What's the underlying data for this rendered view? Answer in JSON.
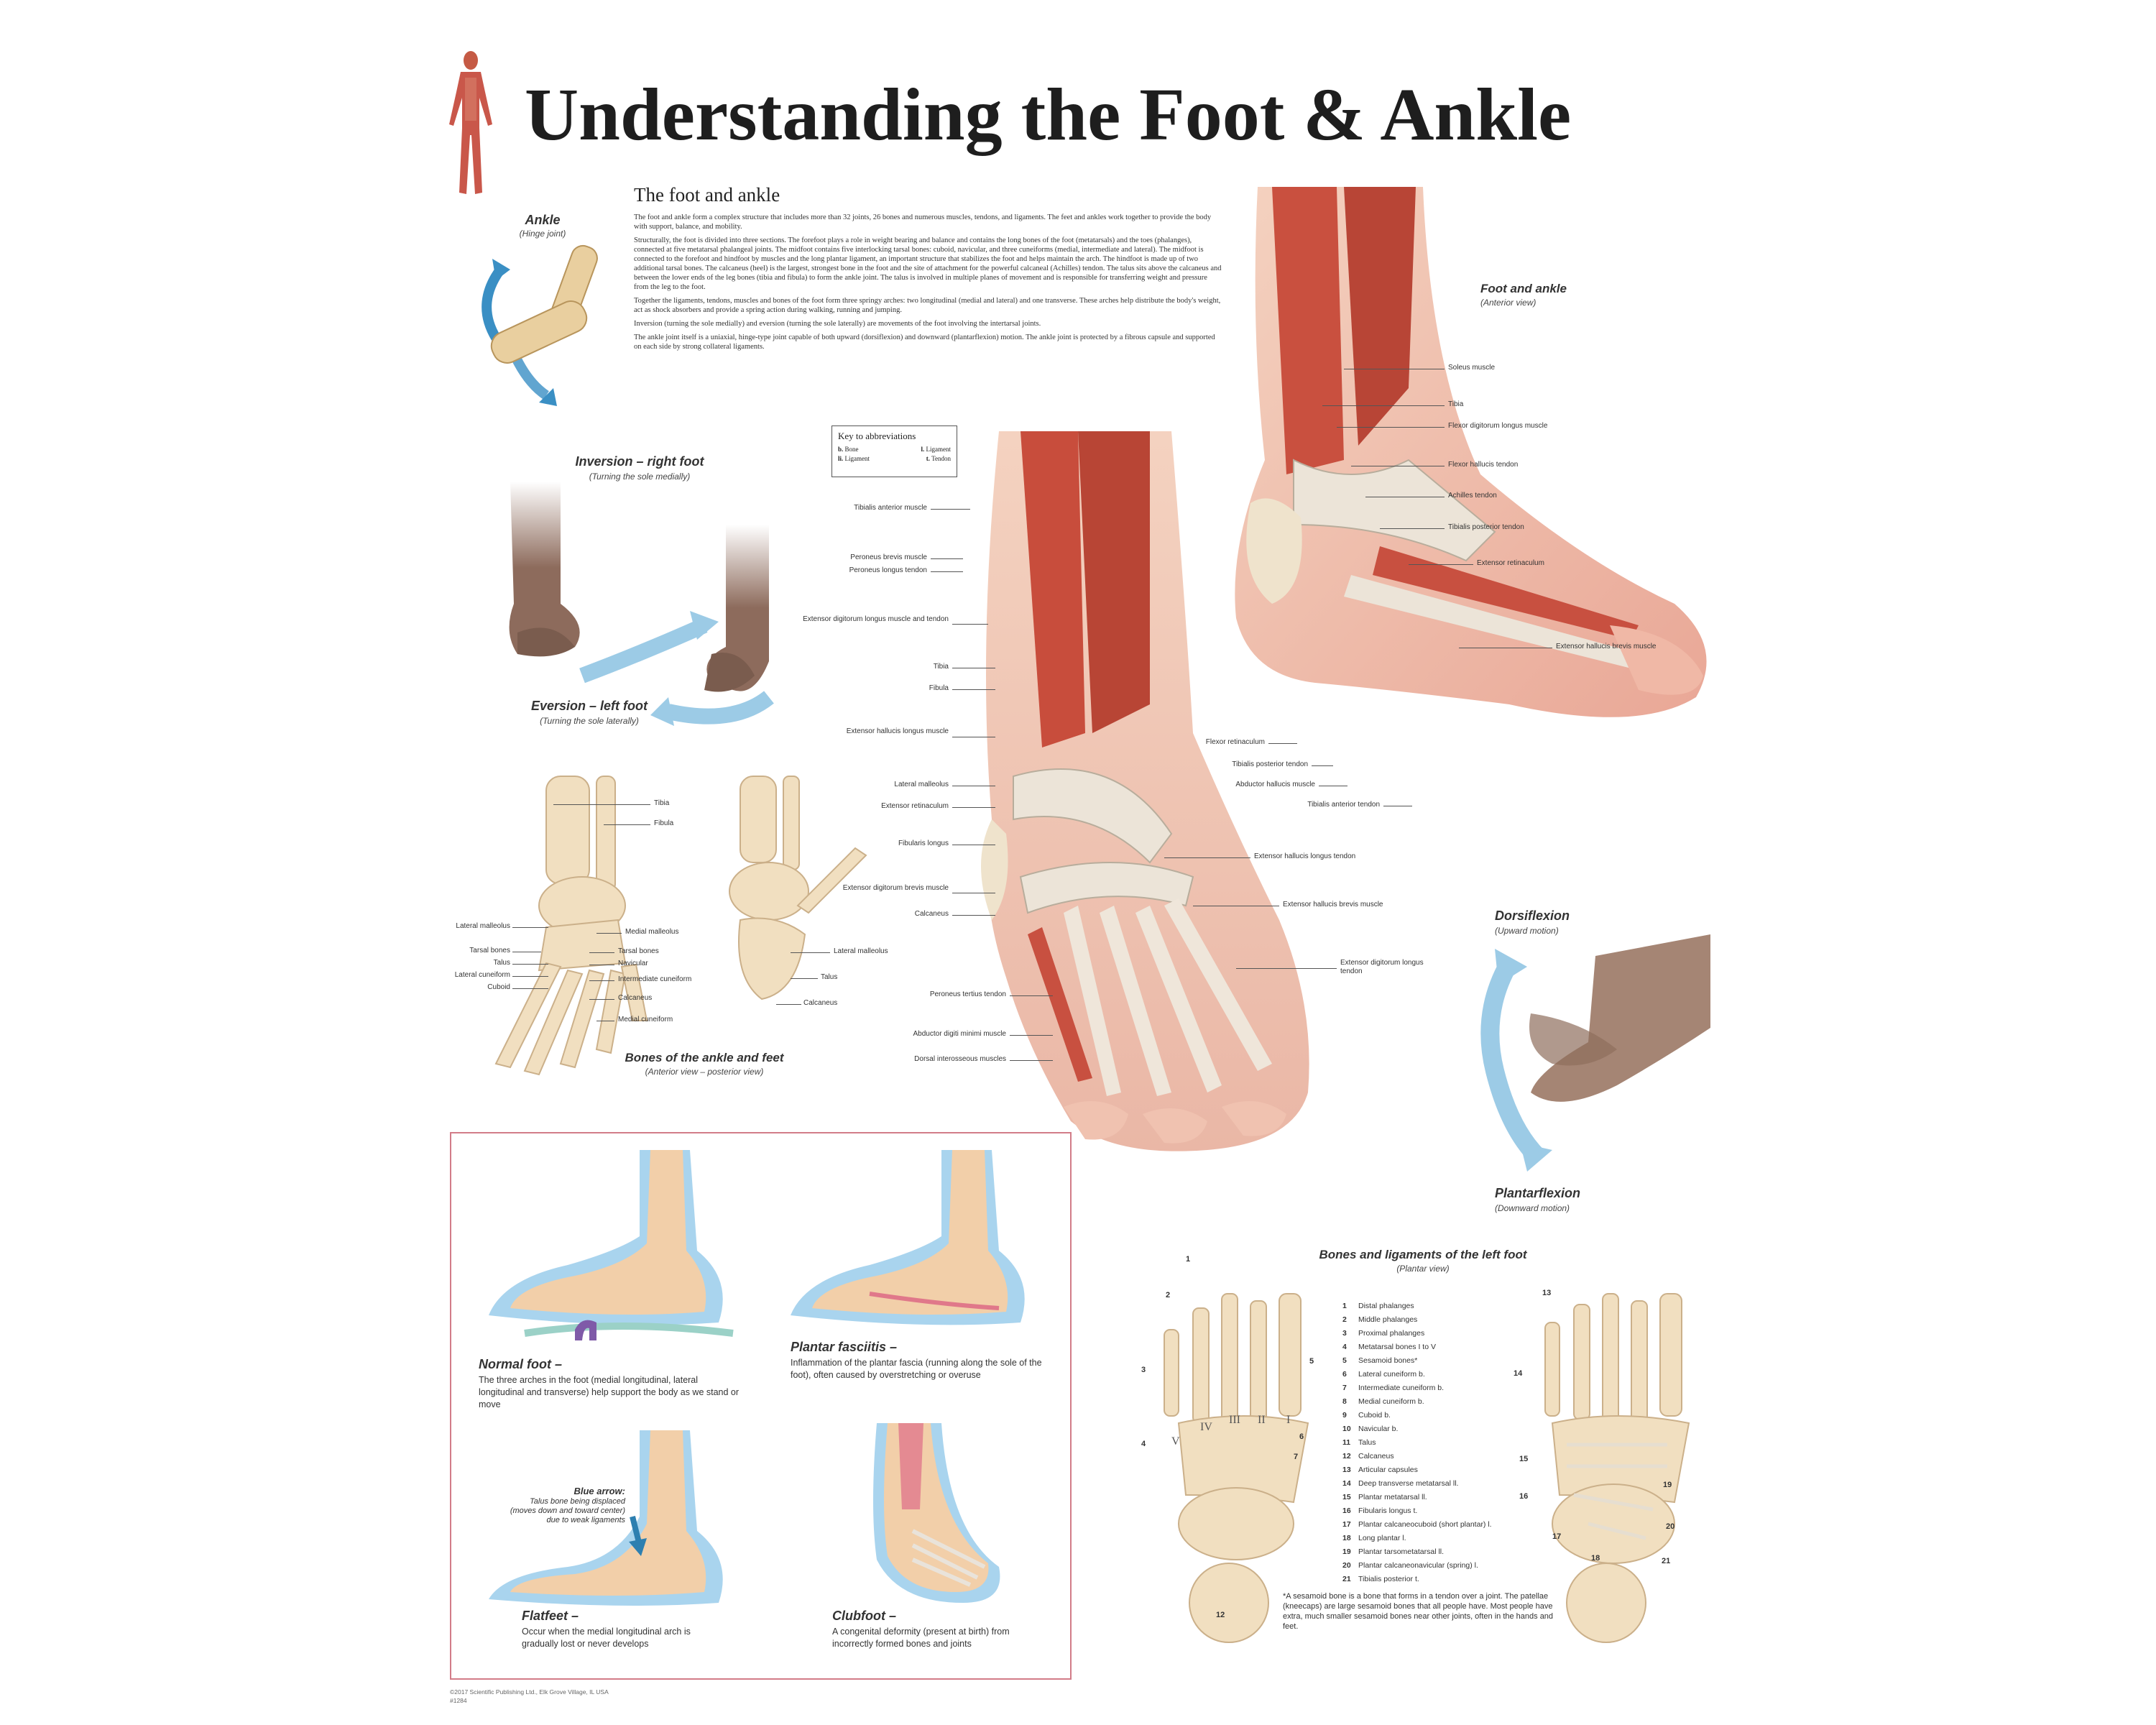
{
  "title": "Understanding the Foot & Ankle",
  "intro": {
    "heading": "The foot and ankle",
    "paragraphs": [
      "The foot and ankle form a complex structure that includes more than 32 joints, 26 bones and numerous muscles, tendons, and ligaments. The feet and ankles work together to provide the body with support, balance, and mobility.",
      "Structurally, the foot is divided into three sections. The forefoot plays a role in weight bearing and balance and contains the long bones of the foot (metatarsals) and the toes (phalanges), connected at five metatarsal phalangeal joints. The midfoot contains five interlocking tarsal bones: cuboid, navicular, and three cuneiforms (medial, intermediate and lateral). The midfoot is connected to the forefoot and hindfoot by muscles and the long plantar ligament, an important structure that stabilizes the foot and helps maintain the arch. The hindfoot is made up of two additional tarsal bones. The calcaneus (heel) is the largest, strongest bone in the foot and the site of attachment for the powerful calcaneal (Achilles) tendon. The talus sits above the calcaneus and between the lower ends of the leg bones (tibia and fibula) to form the ankle joint. The talus is involved in multiple planes of movement and is responsible for transferring weight and pressure from the leg to the foot.",
      "Together the ligaments, tendons, muscles and bones of the foot form three springy arches: two longitudinal (medial and lateral) and one transverse. These arches help distribute the body's weight, act as shock absorbers and provide a spring action during walking, running and jumping.",
      "Inversion (turning the sole medially) and eversion (turning the sole laterally) are movements of the foot involving the intertarsal joints.",
      "The ankle joint itself is a uniaxial, hinge-type joint capable of both upward (dorsiflexion) and downward (plantarflexion) motion. The ankle joint is protected by a fibrous capsule and supported on each side by strong collateral ligaments."
    ]
  },
  "ankle": {
    "title": "Ankle",
    "subtitle": "(Hinge joint)"
  },
  "inversion": {
    "title": "Inversion – right foot",
    "subtitle": "(Turning the sole medially)"
  },
  "eversion": {
    "title": "Eversion – left foot",
    "subtitle": "(Turning the sole laterally)"
  },
  "key": {
    "title": "Key to abbreviations",
    "items": [
      {
        "abbr": "b.",
        "text": "Bone"
      },
      {
        "abbr": "l.",
        "text": "Ligament"
      },
      {
        "abbr": "li.",
        "text": "Ligament"
      },
      {
        "abbr": "t.",
        "text": "Tendon"
      }
    ]
  },
  "lateral_view": {
    "title": "Foot and ankle",
    "subtitle": "(Anterior view)",
    "labels": [
      "Soleus muscle",
      "Tibia",
      "Flexor digitorum longus muscle",
      "Flexor hallucis tendon",
      "Achilles tendon",
      "Tibialis posterior tendon",
      "Extensor retinaculum",
      "Extensor hallucis brevis muscle",
      "Flexor retinaculum",
      "Tibialis posterior tendon",
      "Abductor hallucis muscle",
      "Tibialis anterior tendon",
      "Extensor hallucis longus tendon",
      "Extensor hallucis brevis muscle",
      "Extensor digitorum longus tendon"
    ]
  },
  "anterior_view": {
    "labels": [
      "Tibialis anterior muscle",
      "Peroneus brevis muscle",
      "Peroneus longus tendon",
      "Extensor digitorum longus muscle and tendon",
      "Tibia",
      "Fibula",
      "Extensor hallucis longus muscle",
      "Lateral malleolus",
      "Extensor retinaculum",
      "Fibularis longus",
      "Extensor digitorum brevis muscle",
      "Calcaneus",
      "Peroneus tertius tendon",
      "Abductor digiti minimi muscle",
      "Dorsal interosseous muscles"
    ]
  },
  "bones_ankle": {
    "title": "Bones of the ankle and feet",
    "subtitle": "(Anterior view – posterior view)",
    "labels_left": [
      "Lateral malleolus",
      "Tarsal bones",
      "Talus",
      "Lateral cuneiform",
      "Cuboid"
    ],
    "labels_center": [
      "Tibia",
      "Fibula",
      "Medial malleolus",
      "Tarsal bones",
      "Navicular",
      "Intermediate cuneiform",
      "Calcaneus",
      "Medial cuneiform"
    ],
    "labels_right": [
      "Lateral malleolus",
      "Talus",
      "Calcaneus"
    ]
  },
  "dorsiflexion": {
    "title": "Dorsiflexion",
    "subtitle": "(Upward motion)"
  },
  "plantarflexion": {
    "title": "Plantarflexion",
    "subtitle": "(Downward motion)"
  },
  "conditions": [
    {
      "title": "Normal foot –",
      "text": "The three arches in the foot (medial longitudinal, lateral longitudinal and transverse) help support the body as we stand or move"
    },
    {
      "title": "Plantar fasciitis –",
      "text": "Inflammation of the plantar fascia (running along the sole of the foot), often caused by overstretching or overuse"
    },
    {
      "title": "Flatfeet –",
      "text": "Occur when the medial longitudinal arch is gradually lost or never develops"
    },
    {
      "title": "Clubfoot –",
      "text": "A congenital deformity (present at birth) from incorrectly formed bones and joints"
    }
  ],
  "blue_arrow": {
    "title": "Blue arrow:",
    "text": "Talus bone being displaced (moves down and toward center) due to weak ligaments"
  },
  "plantar_view": {
    "title": "Bones and ligaments of the left foot",
    "subtitle": "(Plantar view)",
    "legend": [
      {
        "n": "1",
        "text": "Distal phalanges"
      },
      {
        "n": "2",
        "text": "Middle phalanges"
      },
      {
        "n": "3",
        "text": "Proximal phalanges"
      },
      {
        "n": "4",
        "text": "Metatarsal bones I to V"
      },
      {
        "n": "5",
        "text": "Sesamoid bones*"
      },
      {
        "n": "6",
        "text": "Lateral cuneiform b."
      },
      {
        "n": "7",
        "text": "Intermediate cuneiform b."
      },
      {
        "n": "8",
        "text": "Medial cuneiform b."
      },
      {
        "n": "9",
        "text": "Cuboid b."
      },
      {
        "n": "10",
        "text": "Navicular b."
      },
      {
        "n": "11",
        "text": "Talus"
      },
      {
        "n": "12",
        "text": "Calcaneus"
      },
      {
        "n": "13",
        "text": "Articular capsules"
      },
      {
        "n": "14",
        "text": "Deep transverse metatarsal ll."
      },
      {
        "n": "15",
        "text": "Plantar metatarsal ll."
      },
      {
        "n": "16",
        "text": "Fibularis longus t."
      },
      {
        "n": "17",
        "text": "Plantar calcaneocuboid (short plantar) l."
      },
      {
        "n": "18",
        "text": "Long plantar l."
      },
      {
        "n": "19",
        "text": "Plantar tarsometatarsal ll."
      },
      {
        "n": "20",
        "text": "Plantar calcaneonavicular (spring) l."
      },
      {
        "n": "21",
        "text": "Tibialis posterior t."
      }
    ],
    "footnote": "*A sesamoid bone is a bone that forms in a tendon over a joint. The patellae (kneecaps) are large sesamoid bones that all people have. Most people have extra, much smaller sesamoid bones near other joints, often in the hands and feet.",
    "roman": [
      "I",
      "II",
      "III",
      "IV",
      "V"
    ]
  },
  "copyright": [
    "©2017 Scientific Publishing Ltd., Elk Grove Village, IL USA",
    "#1284"
  ],
  "colors": {
    "muscle": "#c8503e",
    "skin": "#f2cbb6",
    "bone": "#f1dfc0",
    "tendon": "#eee6da",
    "arrow": "#7cb6d8",
    "box_border": "#d27c88"
  }
}
